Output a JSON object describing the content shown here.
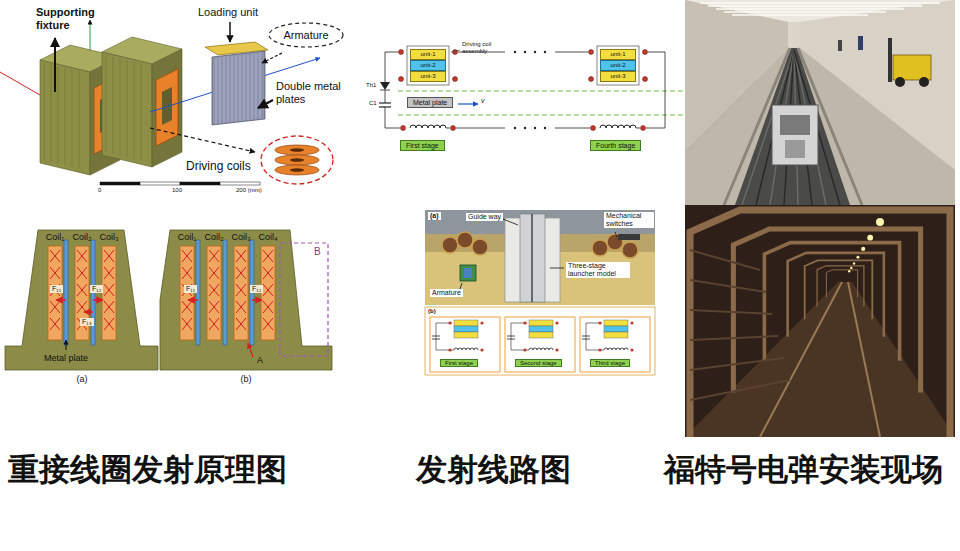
{
  "diagram": {
    "nodes": [
      {
        "text": [
          "Armature"
        ]
      },
      {
        "text": [
          "unit-1"
        ]
      },
      {
        "text": [
          "unit-2"
        ]
      },
      {
        "text": [
          "unit-3"
        ]
      },
      {
        "text": [
          "unit-1"
        ]
      },
      {
        "text": [
          "unit-2"
        ]
      },
      {
        "text": [
          "unit-3"
        ]
      },
      {
        "text": [
          "Metal plate"
        ]
      },
      {
        "text": [
          "First stage"
        ]
      },
      {
        "text": [
          "Fourth stage"
        ]
      },
      {
        "text": [
          "First stage"
        ]
      },
      {
        "text": [
          "Second stage"
        ]
      },
      {
        "text": [
          "Third stage"
        ]
      }
    ],
    "labels": [
      "Supporting fixture",
      "Loading unit",
      "Double metal plates",
      "Driving coils",
      "0",
      "100",
      "200 (mm)",
      "Coil₁",
      "Coil₂",
      "Coil₃",
      "F₁₁",
      "F₁₂",
      "F₁₃",
      "Metal plate",
      "(a)",
      "Coil₁",
      "Coil₂",
      "Coil₃",
      "Coil₄",
      "F₁₁",
      "F₁₂",
      "B",
      "A",
      "(b)",
      "Driving coil assembly",
      "Th1",
      "C1",
      "v",
      "(a)",
      "Guide way",
      "Mechanical switches",
      "Three-stage launcher model",
      "Armature",
      "(b)",
      "重接线圈发射原理图",
      "发射线路图",
      "福特号电弹安装现场"
    ]
  }
}
